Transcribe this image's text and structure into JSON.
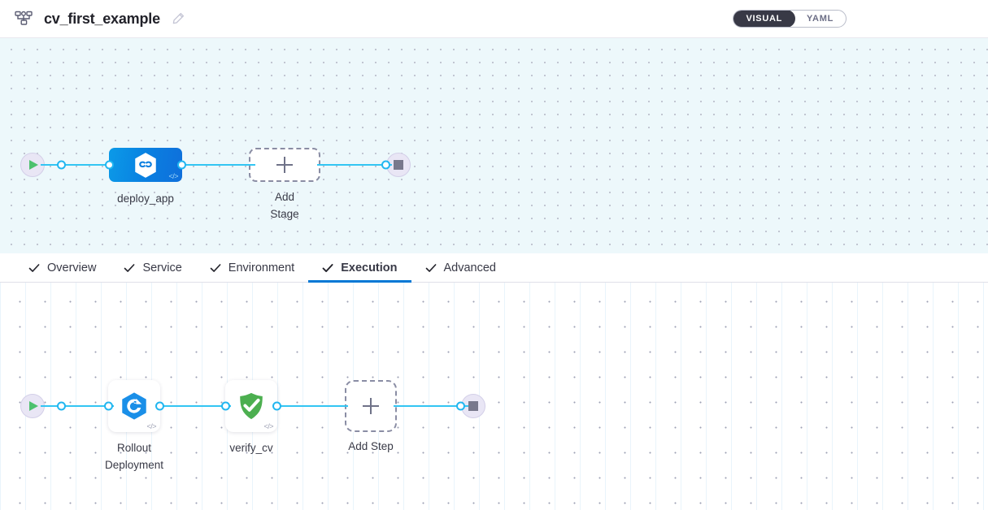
{
  "header": {
    "pipeline_icon": "pipeline-nodes-icon",
    "title": "cv_first_example",
    "edit_icon": "edit-pencil-icon",
    "view_toggle": {
      "visual_label": "VISUAL",
      "yaml_label": "YAML",
      "selected": "VISUAL"
    }
  },
  "colors": {
    "accent_blue": "#0278d5",
    "connector_blue": "#33c5f3",
    "port_blue": "#21b6f0",
    "stage_blue": "#0a7ee0",
    "shield_green": "#4caf50",
    "play_green": "#4dc16e",
    "stop_gray": "#78788c",
    "toggle_dark": "#383946",
    "stage_canvas_bg": "#edf8fb",
    "step_canvas_bg": "#ffffff"
  },
  "stage_canvas": {
    "start_node": {
      "name": "pipeline-start",
      "icon": "play-icon"
    },
    "end_node": {
      "name": "pipeline-end",
      "icon": "stop-icon"
    },
    "stages": [
      {
        "label": "deploy_app",
        "icon": "harness-hexagon-icon",
        "badge": "</>",
        "selected": true
      }
    ],
    "add_stage": {
      "label": "Add Stage",
      "icon": "plus-icon"
    }
  },
  "tabs": [
    {
      "label": "Overview",
      "icon": "check-icon",
      "active": false
    },
    {
      "label": "Service",
      "icon": "check-icon",
      "active": false
    },
    {
      "label": "Environment",
      "icon": "check-icon",
      "active": false
    },
    {
      "label": "Execution",
      "icon": "check-icon",
      "active": true
    },
    {
      "label": "Advanced",
      "icon": "check-icon",
      "active": false
    }
  ],
  "step_canvas": {
    "start_node": {
      "name": "execution-start",
      "icon": "play-icon"
    },
    "end_node": {
      "name": "execution-end",
      "icon": "stop-icon"
    },
    "steps": [
      {
        "label": "Rollout\nDeployment",
        "icon": "kubernetes-rollout-icon",
        "badge": "</>"
      },
      {
        "label": "verify_cv",
        "icon": "verify-shield-check-icon",
        "badge": "</>"
      }
    ],
    "add_step": {
      "label": "Add Step",
      "icon": "plus-icon"
    }
  }
}
